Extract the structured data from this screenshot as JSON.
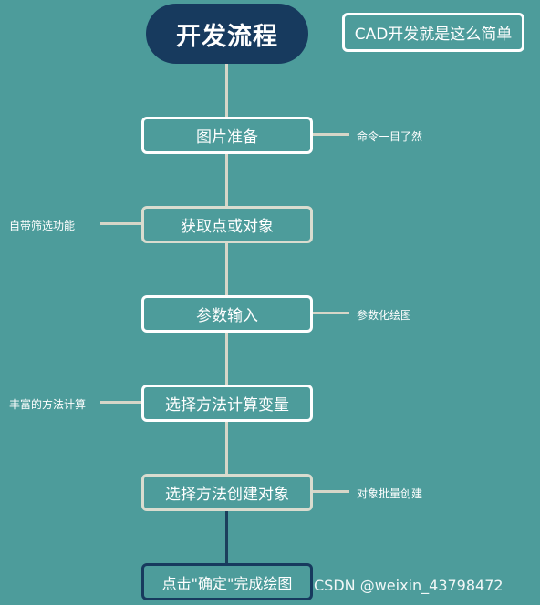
{
  "diagram": {
    "title": "开发流程",
    "slogan": "CAD开发就是这么简单",
    "steps": [
      {
        "label": "图片准备",
        "note": "命令一目了然"
      },
      {
        "label": "获取点或对象",
        "note": "自带筛选功能"
      },
      {
        "label": "参数输入",
        "note": "参数化绘图"
      },
      {
        "label": "选择方法计算变量",
        "note": "丰富的方法计算"
      },
      {
        "label": "选择方法创建对象",
        "note": "对象批量创建"
      },
      {
        "label": "点击\"确定\"完成绘图",
        "note": ""
      }
    ]
  },
  "colors": {
    "background": "#4d9c9b",
    "title_fill": "#173a5e",
    "box_border": "#ffffff",
    "connector": "#d6d6c8",
    "final_connector": "#1b3f5c"
  },
  "watermark": "CSDN @weixin_43798472"
}
